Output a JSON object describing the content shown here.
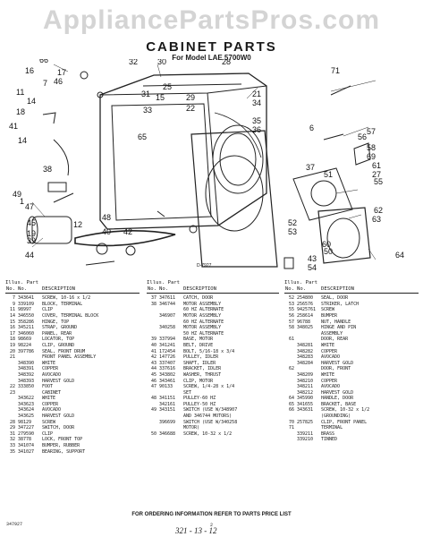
{
  "watermark": "AppliancePartsPros.com",
  "title": "CABINET PARTS",
  "subtitle": "For Model LAE 5700W0",
  "diagram_code": "D-7927",
  "callouts": [
    "66",
    "30",
    "32",
    "16",
    "17",
    "28",
    "71",
    "7",
    "46",
    "11",
    "14",
    "34",
    "21",
    "25",
    "15",
    "22",
    "35",
    "37",
    "29",
    "6",
    "31",
    "33",
    "65",
    "36",
    "58",
    "69",
    "18",
    "41",
    "61",
    "27",
    "51",
    "38",
    "14",
    "55",
    "62",
    "49",
    "57",
    "1",
    "56",
    "47",
    "45",
    "48",
    "19",
    "63",
    "40",
    "64",
    "42",
    "53",
    "39",
    "52",
    "44",
    "12",
    "60",
    "50",
    "43",
    "54"
  ],
  "table_headers": {
    "illus": "Illus. Part",
    "no": "No.",
    "part_no": "No.",
    "desc": "DESCRIPTION"
  },
  "col1": [
    {
      "i": "7",
      "p": "343641",
      "d": "SCREW, 10-16 x 1/2"
    },
    {
      "i": "9",
      "p": "339109",
      "d": "BLOCK, TERMINAL"
    },
    {
      "i": "11",
      "p": "98997",
      "d": "CLIP"
    },
    {
      "i": "14",
      "p": "346550",
      "d": "COVER, TERMINAL BLOCK"
    },
    {
      "i": "15",
      "p": "358286",
      "d": "HINGE, TOP"
    },
    {
      "i": "16",
      "p": "345211",
      "d": "STRAP, GROUND"
    },
    {
      "i": "17",
      "p": "346060",
      "d": "PANEL, REAR"
    },
    {
      "i": "18",
      "p": "98669",
      "d": "LOCATOR, TOP"
    },
    {
      "i": "19",
      "p": "98224",
      "d": "CLIP, GROUND"
    },
    {
      "i": "20",
      "p": "397786",
      "d": "SEAL, FRONT DRUM"
    },
    {
      "i": "21",
      "p": "",
      "d": "FRONT PANEL ASSEMBLY"
    },
    {
      "i": "",
      "p": "348390",
      "d": "WHITE"
    },
    {
      "i": "",
      "p": "348391",
      "d": "COPPER"
    },
    {
      "i": "",
      "p": "348392",
      "d": "AVOCADO"
    },
    {
      "i": "",
      "p": "348393",
      "d": "HARVEST GOLD"
    },
    {
      "i": "22",
      "p": "333850",
      "d": "FOOT"
    },
    {
      "i": "23",
      "p": "",
      "d": "CABINET"
    },
    {
      "i": "",
      "p": "343622",
      "d": "WHITE"
    },
    {
      "i": "",
      "p": "343623",
      "d": "COPPER"
    },
    {
      "i": "",
      "p": "343624",
      "d": "AVOCADO"
    },
    {
      "i": "",
      "p": "343625",
      "d": "HARVEST GOLD"
    },
    {
      "i": "28",
      "p": "98129",
      "d": "SCREW"
    },
    {
      "i": "29",
      "p": "347227",
      "d": "SWITCH, DOOR"
    },
    {
      "i": "31",
      "p": "279590",
      "d": "CLIP"
    },
    {
      "i": "32",
      "p": "38778",
      "d": "LOCK, FRONT TOP"
    },
    {
      "i": "33",
      "p": "341074",
      "d": "BUMPER, RUBBER"
    },
    {
      "i": "35",
      "p": "341027",
      "d": "BEARING, SUPPORT"
    }
  ],
  "col2": [
    {
      "i": "37",
      "p": "347611",
      "d": "CATCH, DOOR"
    },
    {
      "i": "38",
      "p": "346744",
      "d": "MOTOR ASSEMBLY"
    },
    {
      "i": "",
      "p": "",
      "d": "60 HZ ALTERNATE"
    },
    {
      "i": "",
      "p": "346907",
      "d": "MOTOR ASSEMBLY"
    },
    {
      "i": "",
      "p": "",
      "d": "60 HZ ALTERNATE"
    },
    {
      "i": "",
      "p": "340258",
      "d": "MOTOR ASSEMBLY"
    },
    {
      "i": "",
      "p": "",
      "d": "50 HZ ALTERNATE"
    },
    {
      "i": "39",
      "p": "337994",
      "d": "BASE, MOTOR"
    },
    {
      "i": "40",
      "p": "341241",
      "d": "BELT, DRIVE"
    },
    {
      "i": "41",
      "p": "172454",
      "d": "BOLT, 5/16-18 x 3/4"
    },
    {
      "i": "42",
      "p": "147726",
      "d": "PULLEY, IDLER"
    },
    {
      "i": "43",
      "p": "337407",
      "d": "SHAFT, IDLER"
    },
    {
      "i": "44",
      "p": "337616",
      "d": "BRACKET, IDLER"
    },
    {
      "i": "45",
      "p": "343802",
      "d": "WASHER, THRUST"
    },
    {
      "i": "46",
      "p": "343461",
      "d": "CLIP, MOTOR"
    },
    {
      "i": "47",
      "p": "90133",
      "d": "SCREW, 1/4-28 x 1/4"
    },
    {
      "i": "",
      "p": "",
      "d": "SET"
    },
    {
      "i": "48",
      "p": "341151",
      "d": "PULLEY-60 HZ"
    },
    {
      "i": "",
      "p": "342161",
      "d": "PULLEY-50 HZ"
    },
    {
      "i": "49",
      "p": "343151",
      "d": "SWITCH (USE W/348907"
    },
    {
      "i": "",
      "p": "",
      "d": "AND 346744 MOTORS)"
    },
    {
      "i": "",
      "p": "396699",
      "d": "SWITCH (USE W/340258"
    },
    {
      "i": "",
      "p": "",
      "d": "MOTOR)"
    },
    {
      "i": "50",
      "p": "346688",
      "d": "SCREW, 10-32 x 1/2"
    }
  ],
  "col3": [
    {
      "i": "52",
      "p": "254800",
      "d": "SEAL, DOOR"
    },
    {
      "i": "53",
      "p": "256576",
      "d": "STRIKER, LATCH"
    },
    {
      "i": "55",
      "p": "9425761",
      "d": "SCREW"
    },
    {
      "i": "56",
      "p": "258614",
      "d": "BUMPER"
    },
    {
      "i": "57",
      "p": "96788",
      "d": "NUT, HANDLE"
    },
    {
      "i": "58",
      "p": "348025",
      "d": "HINGE AND PIN"
    },
    {
      "i": "",
      "p": "",
      "d": "ASSEMBLY"
    },
    {
      "i": "61",
      "p": "",
      "d": "DOOR, REAR"
    },
    {
      "i": "",
      "p": "348281",
      "d": "WHITE"
    },
    {
      "i": "",
      "p": "348282",
      "d": "COPPER"
    },
    {
      "i": "",
      "p": "348283",
      "d": "AVOCADO"
    },
    {
      "i": "",
      "p": "348284",
      "d": "HARVEST GOLD"
    },
    {
      "i": "62",
      "p": "",
      "d": "DOOR, FRONT"
    },
    {
      "i": "",
      "p": "348209",
      "d": "WHITE"
    },
    {
      "i": "",
      "p": "348210",
      "d": "COPPER"
    },
    {
      "i": "",
      "p": "348211",
      "d": "AVOCADO"
    },
    {
      "i": "",
      "p": "348212",
      "d": "HARVEST GOLD"
    },
    {
      "i": "64",
      "p": "345990",
      "d": "HANDLE, DOOR"
    },
    {
      "i": "65",
      "p": "341655",
      "d": "BRACKET, BASE"
    },
    {
      "i": "66",
      "p": "343631",
      "d": "SCREW, 10-32 x 1/2"
    },
    {
      "i": "",
      "p": "",
      "d": "(GROUNDING)"
    },
    {
      "i": "70",
      "p": "257825",
      "d": "CLIP, FRONT PANEL"
    },
    {
      "i": "71",
      "p": "",
      "d": "TERMINAL"
    },
    {
      "i": "",
      "p": "339211",
      "d": "BRASS"
    },
    {
      "i": "",
      "p": "339210",
      "d": "TINNED"
    }
  ],
  "footer_note": "FOR ORDERING INFORMATION REFER TO PARTS PRICE LIST",
  "doc_code": "347927",
  "page_number": "2",
  "handwritten": "321 - 13 - 12"
}
